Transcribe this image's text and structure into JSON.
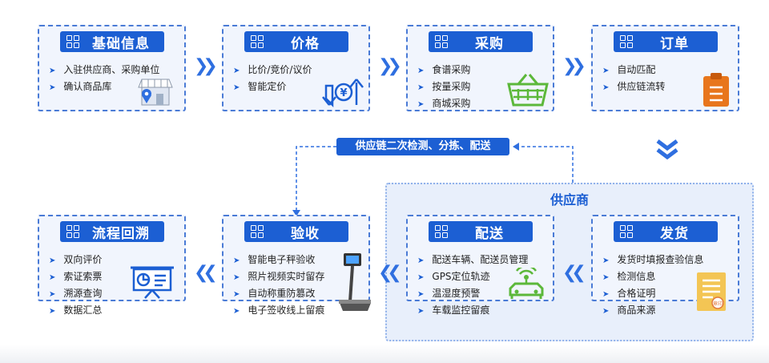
{
  "boxes": {
    "basic": {
      "title": "基础信息",
      "items": [
        "入驻供应商、采购单位",
        "确认商品库"
      ]
    },
    "price": {
      "title": "价格",
      "items": [
        "比价/竞价/议价",
        "智能定价"
      ]
    },
    "purchase": {
      "title": "采购",
      "items": [
        "食谱采购",
        "按量采购",
        "商城采购"
      ]
    },
    "order": {
      "title": "订单",
      "items": [
        "自动匹配",
        "供应链流转"
      ]
    },
    "trace": {
      "title": "流程回溯",
      "items": [
        "双向评价",
        "索证索票",
        "溯源查询",
        "数据汇总"
      ]
    },
    "accept": {
      "title": "验收",
      "items": [
        "智能电子秤验收",
        "照片视频实时留存",
        "自动称重防篡改",
        "电子签收线上留痕"
      ]
    },
    "delivery": {
      "title": "配送",
      "items": [
        "配送车辆、配送员管理",
        "GPS定位轨迹",
        "温湿度预警",
        "车载监控留痕"
      ]
    },
    "ship": {
      "title": "发货",
      "items": [
        "发货时填报查验信息",
        "检测信息",
        "合格证明",
        "商品来源"
      ]
    }
  },
  "supplier_label": "供应商",
  "inspection_label": "供应链二次检测、分拣、配送",
  "stamp_text": "章印",
  "colors": {
    "primary": "#1c5fd3",
    "border": "#4a7bd6",
    "box_bg": "#f1f5fd",
    "green": "#5cb83a",
    "orange": "#e8761c",
    "gold": "#f3c554"
  },
  "icons": [
    "shop-icon",
    "price-arrows-icon",
    "basket-icon",
    "clipboard-icon",
    "presentation-icon",
    "scale-icon",
    "vehicle-gps-icon",
    "document-icon"
  ]
}
